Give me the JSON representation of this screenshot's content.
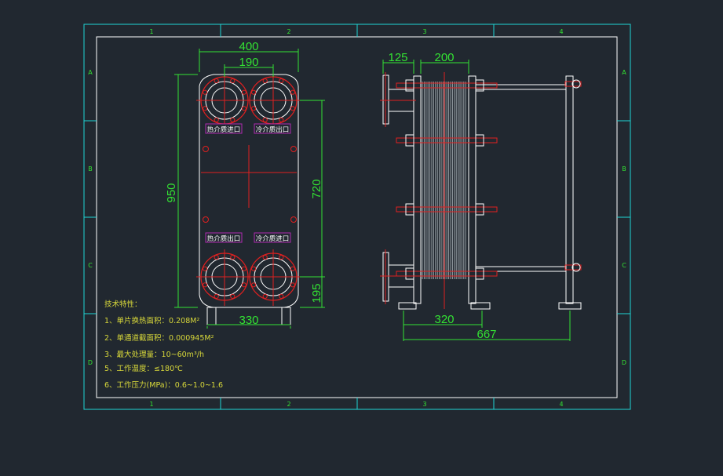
{
  "colors": {
    "background": "#212830",
    "frame": "#1fd6d6",
    "dimension": "#33e233",
    "outline": "#ffffff",
    "centerline": "#e02020",
    "note_text": "#d8d83a",
    "label_box": "#b02ab0",
    "plates": "#9aa3a8"
  },
  "frame": {
    "columns": [
      "1",
      "2",
      "3",
      "4"
    ],
    "rows": [
      "A",
      "B",
      "C",
      "D"
    ]
  },
  "front_view": {
    "dims": {
      "width_top": "400",
      "port_spacing": "190",
      "height": "950",
      "port_center_height": "720",
      "bottom_offset": "195",
      "base_width": "330"
    },
    "port_labels": {
      "top_left": "热介质进口",
      "top_right": "冷介质出口",
      "bottom_left": "热介质出口",
      "bottom_right": "冷介质进口"
    }
  },
  "side_view": {
    "dims": {
      "nozzle_length": "125",
      "plate_pack": "200",
      "foot_span": "320",
      "overall_length": "667"
    }
  },
  "tech_notes": {
    "title": "技术特性：",
    "items": [
      {
        "label": "1、单片换热面积：",
        "value": "0.208M²"
      },
      {
        "label": "2、单通道截面积：",
        "value": "0.000945M²"
      },
      {
        "label": "3、最大处理量：",
        "value": "10~60m³/h"
      },
      {
        "label": "5、工作温度：",
        "value": "≤180℃"
      },
      {
        "label": "6、工作压力(MPa)：",
        "value": "0.6~1.0~1.6"
      }
    ]
  }
}
